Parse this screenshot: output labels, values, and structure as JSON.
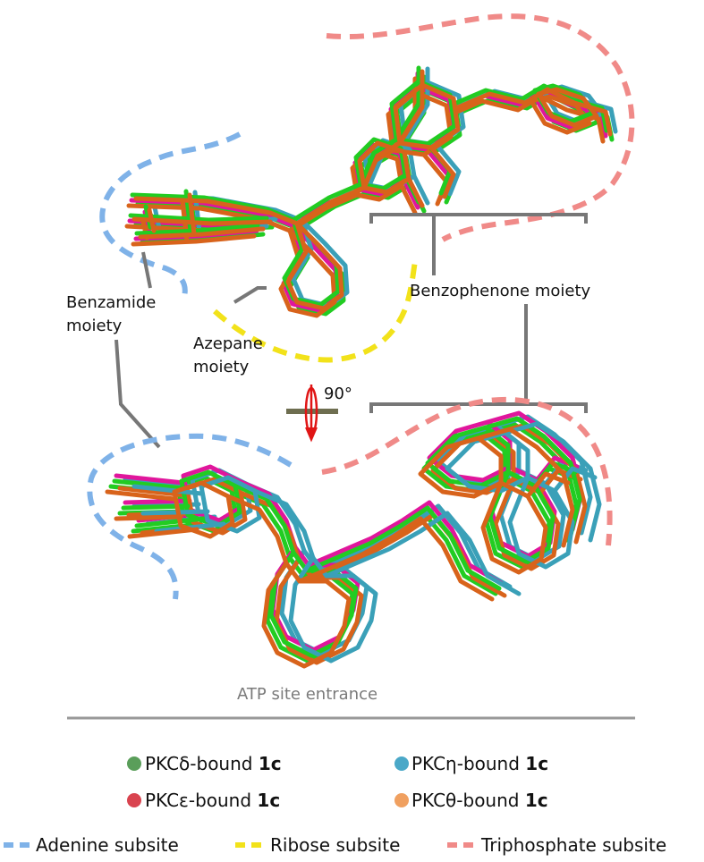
{
  "labels": {
    "benzamide_line1": "Benzamide",
    "benzamide_line2": "moiety",
    "azepane_line1": "Azepane",
    "azepane_line2": "moiety",
    "benzophenone": "Benzophenone moiety",
    "rotation": "90°",
    "atp_entrance": "ATP site entrance"
  },
  "legend": {
    "items": [
      {
        "prefix": "PKCδ-bound ",
        "bold": "1c",
        "color": "#5a9e5a"
      },
      {
        "prefix": "PKCη-bound ",
        "bold": "1c",
        "color": "#4aa8c8"
      },
      {
        "prefix": "PKCε-bound ",
        "bold": "1c",
        "color": "#d9434f"
      },
      {
        "prefix": "PKCθ-bound ",
        "bold": "1c",
        "color": "#f0a060"
      }
    ]
  },
  "subsites": [
    {
      "label": "Adenine subsite",
      "color": "#7fb2e8"
    },
    {
      "label": "Ribose subsite",
      "color": "#f2e21a"
    },
    {
      "label": "Triphosphate subsite",
      "color": "#f08a88"
    }
  ],
  "colors": {
    "ligand_green": "#22cc22",
    "ligand_magenta": "#e0169c",
    "ligand_cyan": "#3aa0b8",
    "ligand_orange": "#d8631b",
    "annotation_gray": "#777777",
    "rotation_arrow": "#e01515"
  }
}
